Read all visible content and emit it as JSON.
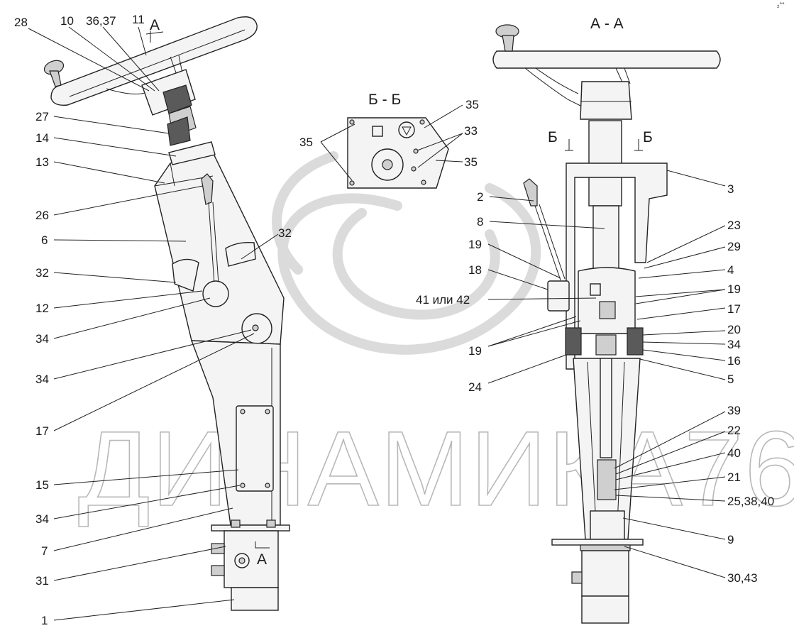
{
  "watermark": "ДИНАМИКА76",
  "corner_mark": "₂°°",
  "sections": {
    "left_cut": "А",
    "left_cut_bottom": "А",
    "middle_title": "Б - Б",
    "right_title": "А - А",
    "right_cut_1": "Б",
    "right_cut_2": "Б"
  },
  "callouts": [
    {
      "id": "l-28",
      "text": "28"
    },
    {
      "id": "l-10",
      "text": "10"
    },
    {
      "id": "l-3637",
      "text": "36,37"
    },
    {
      "id": "l-11",
      "text": "11"
    },
    {
      "id": "l-27",
      "text": "27"
    },
    {
      "id": "l-14",
      "text": "14"
    },
    {
      "id": "l-13",
      "text": "13"
    },
    {
      "id": "l-26",
      "text": "26"
    },
    {
      "id": "l-6",
      "text": "6"
    },
    {
      "id": "l-32a",
      "text": "32"
    },
    {
      "id": "l-32b",
      "text": "32"
    },
    {
      "id": "l-12",
      "text": "12"
    },
    {
      "id": "l-34a",
      "text": "34"
    },
    {
      "id": "l-34b",
      "text": "34"
    },
    {
      "id": "l-17a",
      "text": "17"
    },
    {
      "id": "l-15",
      "text": "15"
    },
    {
      "id": "l-34c",
      "text": "34"
    },
    {
      "id": "l-7",
      "text": "7"
    },
    {
      "id": "l-31",
      "text": "31"
    },
    {
      "id": "l-1",
      "text": "1"
    },
    {
      "id": "m-35a",
      "text": "35"
    },
    {
      "id": "m-35b",
      "text": "35"
    },
    {
      "id": "m-33",
      "text": "33"
    },
    {
      "id": "m-35c",
      "text": "35"
    },
    {
      "id": "r-2",
      "text": "2"
    },
    {
      "id": "r-8",
      "text": "8"
    },
    {
      "id": "r-19a",
      "text": "19"
    },
    {
      "id": "r-18",
      "text": "18"
    },
    {
      "id": "r-4142",
      "text": "41 или 42"
    },
    {
      "id": "r-19b",
      "text": "19"
    },
    {
      "id": "r-24",
      "text": "24"
    },
    {
      "id": "r-3",
      "text": "3"
    },
    {
      "id": "r-23",
      "text": "23"
    },
    {
      "id": "r-29",
      "text": "29"
    },
    {
      "id": "r-4",
      "text": "4"
    },
    {
      "id": "r-19c",
      "text": "19"
    },
    {
      "id": "r-17",
      "text": "17"
    },
    {
      "id": "r-20",
      "text": "20"
    },
    {
      "id": "r-34",
      "text": "34"
    },
    {
      "id": "r-16",
      "text": "16"
    },
    {
      "id": "r-5",
      "text": "5"
    },
    {
      "id": "r-39",
      "text": "39"
    },
    {
      "id": "r-22",
      "text": "22"
    },
    {
      "id": "r-40",
      "text": "40"
    },
    {
      "id": "r-21",
      "text": "21"
    },
    {
      "id": "r-253840",
      "text": "25,38,40"
    },
    {
      "id": "r-9",
      "text": "9"
    },
    {
      "id": "r-3043",
      "text": "30,43"
    }
  ]
}
